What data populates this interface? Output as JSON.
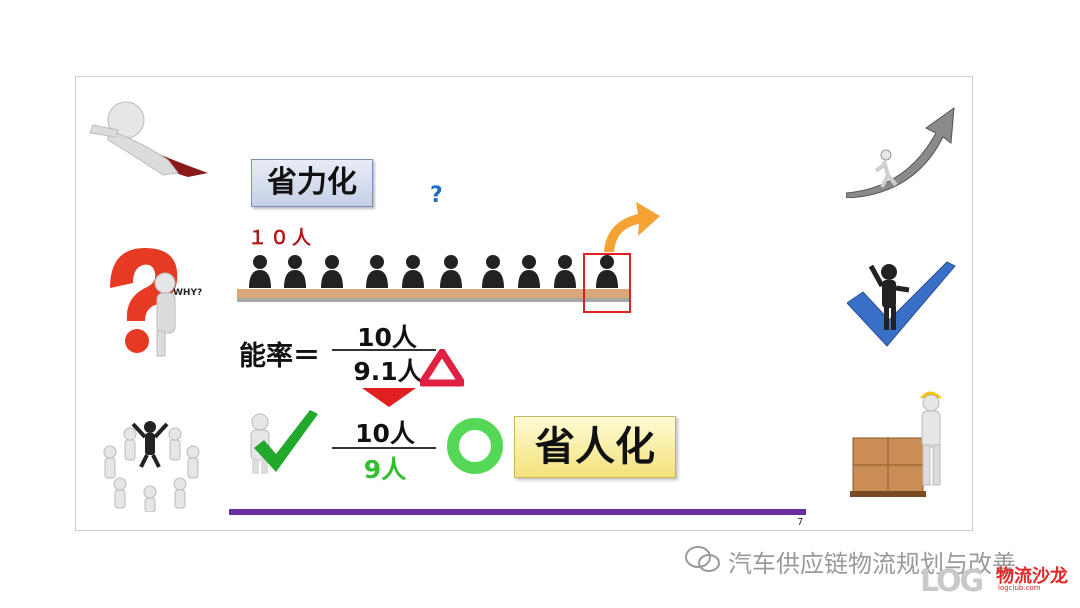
{
  "slide": {
    "title_tag": "省力化",
    "question_mark": "?",
    "worker_count_label": "１０人",
    "efficiency_label": "能率＝",
    "fraction1": {
      "numerator": "10人",
      "denominator": "9.1人"
    },
    "fraction2": {
      "numerator": "10人",
      "denominator": "9人"
    },
    "result_tag": "省人化",
    "page_number": "7",
    "workers_total": 10,
    "highlighted_worker_index": 9,
    "accent_colors": {
      "red": "#e02020",
      "purple": "#6a2da0",
      "green": "#2ec02e",
      "blue": "#1f6fc0"
    }
  },
  "watermark": {
    "channel_name": "汽车供应链物流规划与改善",
    "brand": "物流沙龙",
    "brand_url": "logclub.com",
    "logo_text": "LOG"
  }
}
